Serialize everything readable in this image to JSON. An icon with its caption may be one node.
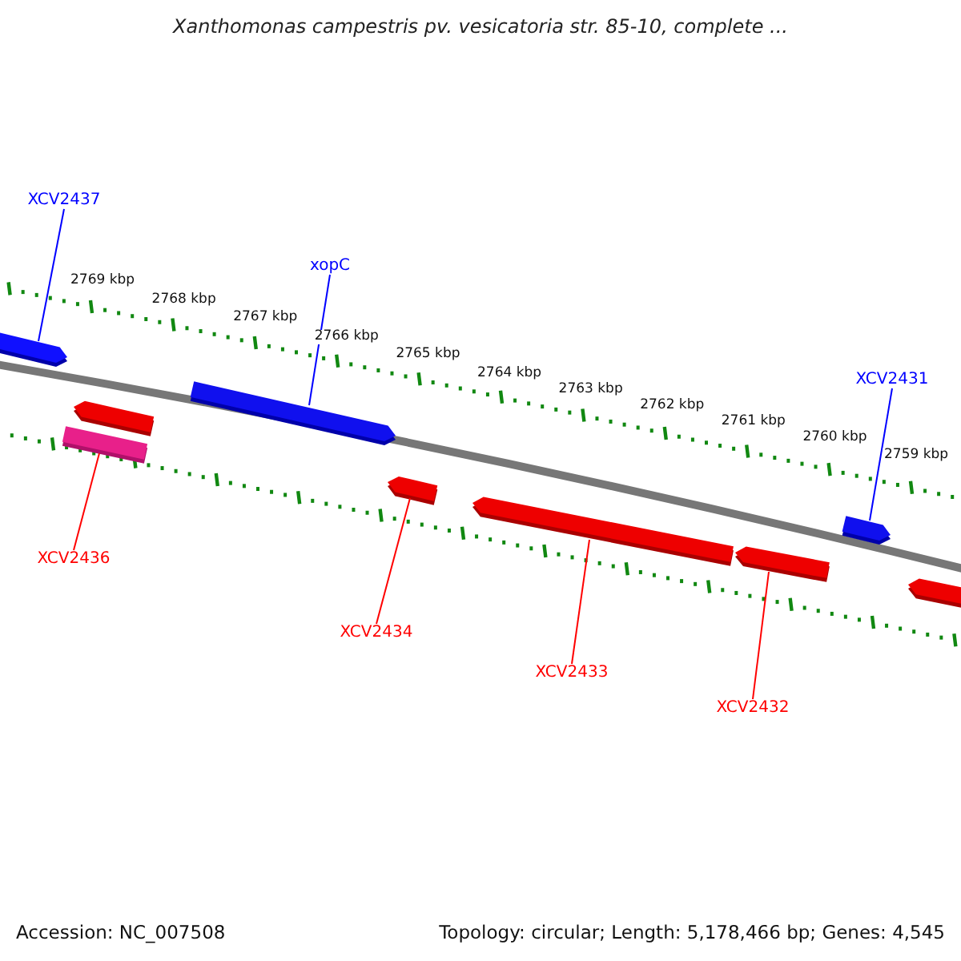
{
  "diagram": {
    "title": "Xanthomonas campestris pv. vesicatoria str. 85-10, complete ...",
    "nodes": [
      {
        "text": [
          "XCV2437"
        ]
      },
      {
        "text": [],
        "shape": "bar"
      },
      {
        "text": [
          "xopC"
        ]
      },
      {
        "text": [],
        "shape": "bar"
      },
      {
        "text": [
          "XCV2431"
        ]
      },
      {
        "text": [],
        "shape": "bar"
      },
      {
        "text": [],
        "shape": "bar"
      },
      {
        "text": [],
        "shape": "bar"
      },
      {
        "text": [
          "XCV2436"
        ]
      },
      {
        "text": [],
        "shape": "bar"
      },
      {
        "text": [
          "XCV2434"
        ]
      },
      {
        "text": [],
        "shape": "bar"
      },
      {
        "text": [
          "XCV2433"
        ]
      },
      {
        "text": [],
        "shape": "bar"
      },
      {
        "text": [
          "XCV2432"
        ]
      },
      {
        "text": [],
        "shape": "bar"
      }
    ],
    "edges": [
      {
        "from": 0,
        "to": 1,
        "arrow": "none",
        "color": "#0000ff"
      },
      {
        "from": 2,
        "to": 3,
        "arrow": "none",
        "color": "#0000ff"
      },
      {
        "from": 4,
        "to": 5,
        "arrow": "none",
        "color": "#0000ff"
      },
      {
        "from": 8,
        "to": 7,
        "arrow": "none"
      },
      {
        "from": 10,
        "to": 9,
        "arrow": "none"
      },
      {
        "from": 12,
        "to": 11,
        "arrow": "none"
      },
      {
        "from": 14,
        "to": 13,
        "arrow": "none"
      }
    ],
    "labels": [
      "2769 kbp",
      "2768 kbp",
      "2767 kbp",
      "2766 kbp",
      "2765 kbp",
      "2764 kbp",
      "2763 kbp",
      "2762 kbp",
      "2761 kbp",
      "2760 kbp",
      "2759 kbp",
      "Accession: NC_007508",
      "Topology: circular; Length: 5,178,466 bp; Genes: 4,545"
    ]
  }
}
